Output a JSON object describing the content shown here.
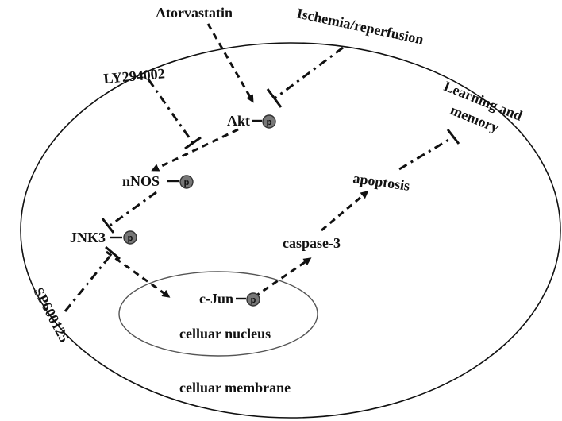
{
  "labels": {
    "atorvastatin": "Atorvastatin",
    "ischemia": "Ischemia/reperfusion",
    "ly294002": "LY294002",
    "learning1": "Learning and",
    "learning2": "memory",
    "akt": "Akt",
    "nnos": "nNOS",
    "jnk3": "JNK3",
    "apoptosis": "apoptosis",
    "caspase3": "caspase-3",
    "cjun": "c-Jun",
    "sp600125": "SP600125",
    "nucleus": "celluar nucleus",
    "membrane": "celluar membrane"
  },
  "phospho_mark": "p",
  "colors": {
    "ink": "#111111",
    "phospho_fill": "#777777"
  }
}
